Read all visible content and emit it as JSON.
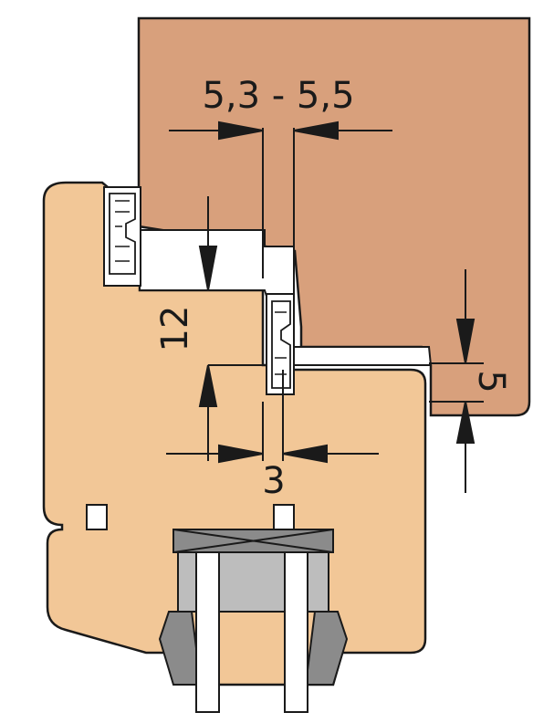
{
  "diagram": {
    "dimensions": {
      "sash_gap": "5,3 - 5,5",
      "overlap_depth": "12",
      "frame_offset": "5",
      "groove_width": "3"
    },
    "colors": {
      "sash": "#d8a07c",
      "frame": "#f2c797",
      "glass_gray": "#bdbdbd",
      "dark_gray": "#8b8b8b",
      "outline": "#1a1a1a",
      "gap": "#ffffff"
    }
  }
}
